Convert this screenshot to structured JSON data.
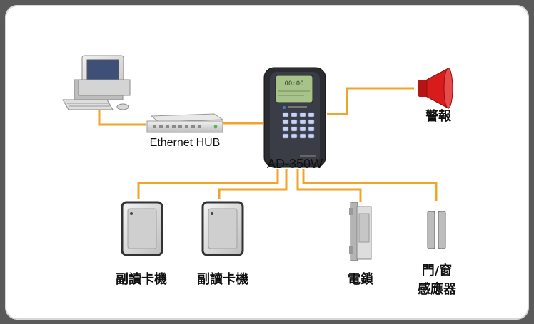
{
  "diagram": {
    "hub_label": "Ethernet HUB",
    "controller_label": "AD-350W",
    "controller_screen": "00:00",
    "alarm_label": "警報",
    "reader1_label": "副讀卡機",
    "reader2_label": "副讀卡機",
    "lock_label": "電鎖",
    "sensor_label_line1": "門/窗",
    "sensor_label_line2": "感應器"
  },
  "colors": {
    "connector": "#f2a428",
    "background": "#ffffff",
    "alarm_red": "#d81c1c",
    "controller_body": "#2b2d33",
    "controller_screen": "#a7c389"
  }
}
